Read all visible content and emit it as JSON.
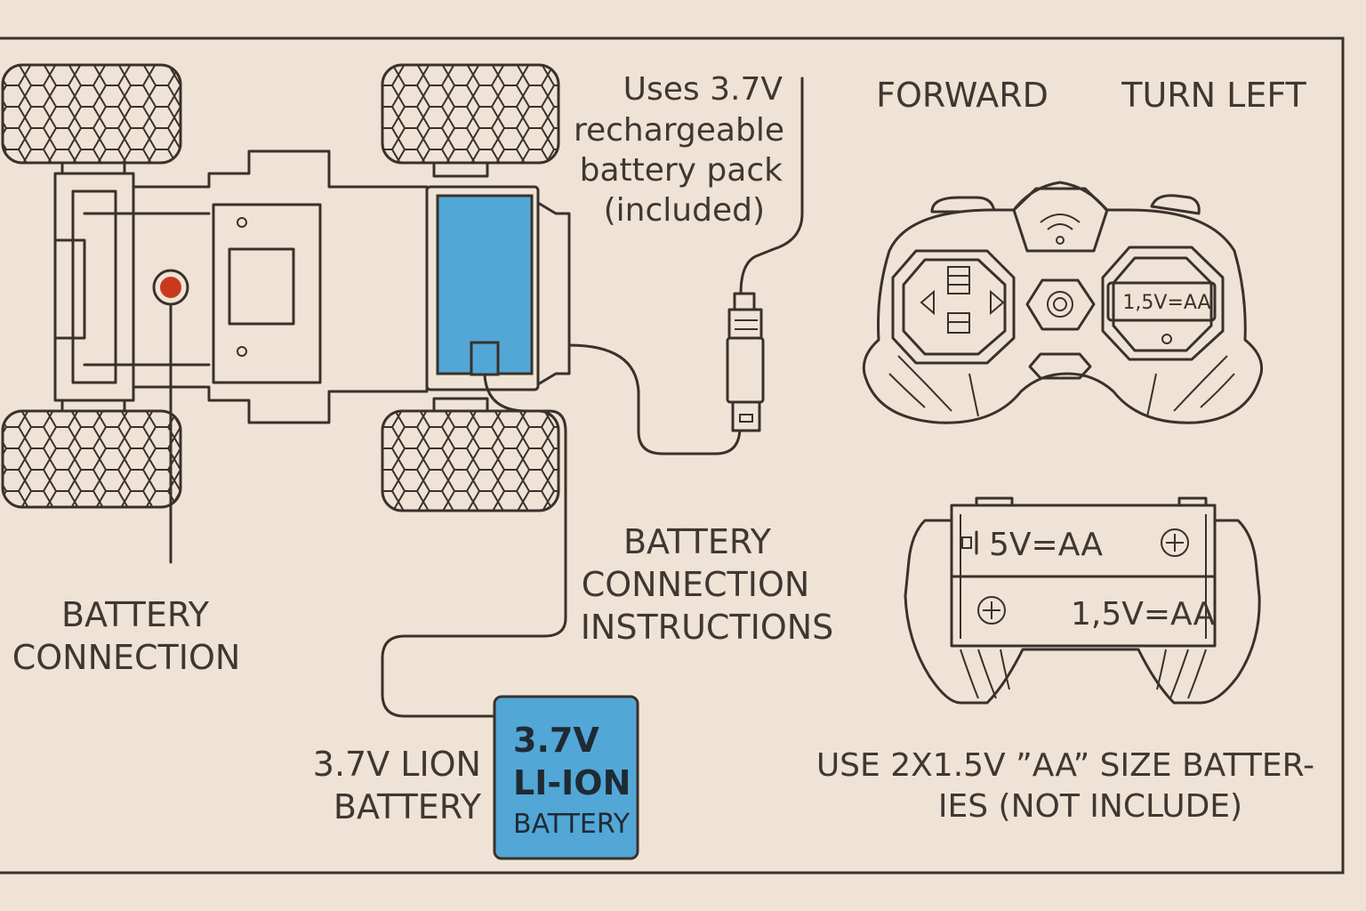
{
  "colors": {
    "background": "#efe3d5",
    "ink": "#3a312b",
    "battery_blue": "#52a7d6",
    "indicator_red": "#c93a1c"
  },
  "labels": {
    "uses_line1": "Uses 3.7V",
    "uses_line2": "rechargeable",
    "uses_line3": "battery pack",
    "uses_line4": "(included)",
    "forward": "FORWARD",
    "turn_left": "TURN LEFT",
    "battery_connection_line1": "BATTERY",
    "battery_connection_line2": "CONNECTION",
    "instructions_line1": "BATTERY",
    "instructions_line2": "CONNECTION",
    "instructions_line3": "INSTRUCTIONS",
    "lion_line1": "3.7V LION",
    "lion_line2": "BATTERY",
    "pack_line1": "3.7V",
    "pack_line2": "LI-ION",
    "pack_line3": "BATTERY",
    "remote_display": "1,5V=AA",
    "compartment_top": "5V=AA",
    "compartment_bottom": "1,5V=AA",
    "aa_line1": "USE 2X1.5V ”AA” SIZE BATTER-",
    "aa_line2": "IES (NOT INCLUDE)"
  },
  "icons": [
    "wifi-icon",
    "left-arrow-icon",
    "right-arrow-icon",
    "plus-icon",
    "usb-plug-icon"
  ]
}
